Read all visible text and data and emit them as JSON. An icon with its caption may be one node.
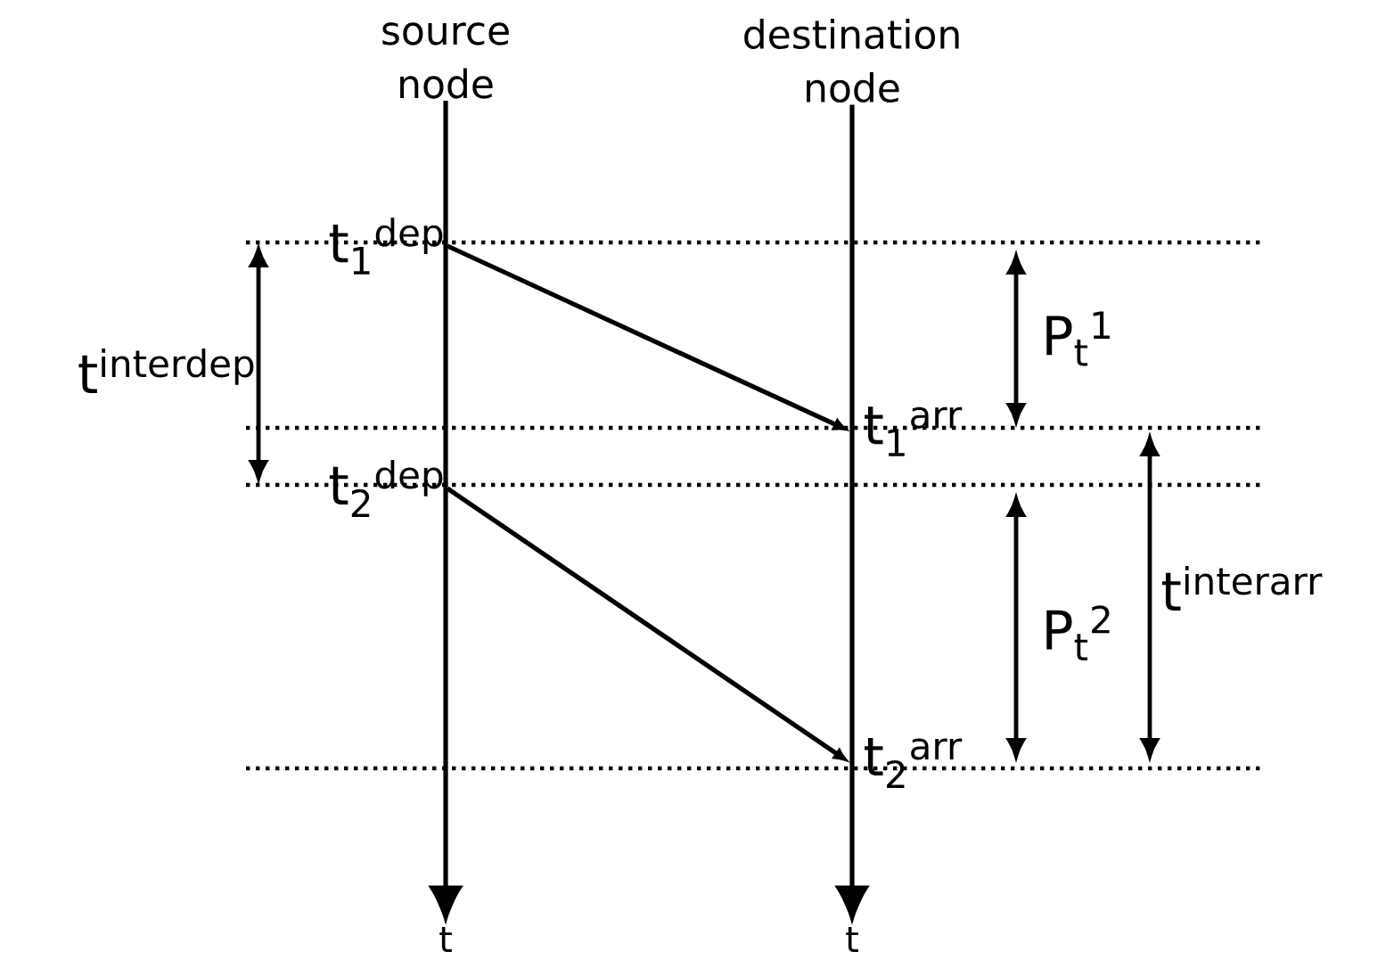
{
  "diagram": {
    "nodes": [
      {
        "text": [
          "source node"
        ]
      },
      {
        "text": [
          "destination node"
        ]
      },
      {
        "text": [
          "t"
        ]
      },
      {
        "text": [
          "t"
        ]
      },
      {
        "text": [
          "t$_{1}$$^{dep}$"
        ]
      },
      {
        "text": [
          "t$_{1}$$^{arr}$"
        ]
      },
      {
        "text": [
          "t$_{2}$$^{dep}$"
        ]
      },
      {
        "text": [
          "t$_{2}$$^{arr}$"
        ]
      }
    ],
    "edges": [
      {
        "from": 0,
        "to": 2,
        "arrow": "to"
      },
      {
        "from": 1,
        "to": 3,
        "arrow": "to"
      },
      {
        "from": 4,
        "to": 5,
        "arrow": "to"
      },
      {
        "from": 6,
        "to": 7,
        "arrow": "to"
      }
    ],
    "labels": [
      "t$^{interdep}$",
      "P$_{t}$$^{1}$",
      "P$_{t}$$^{2}$",
      "t$^{interarr}$"
    ]
  }
}
